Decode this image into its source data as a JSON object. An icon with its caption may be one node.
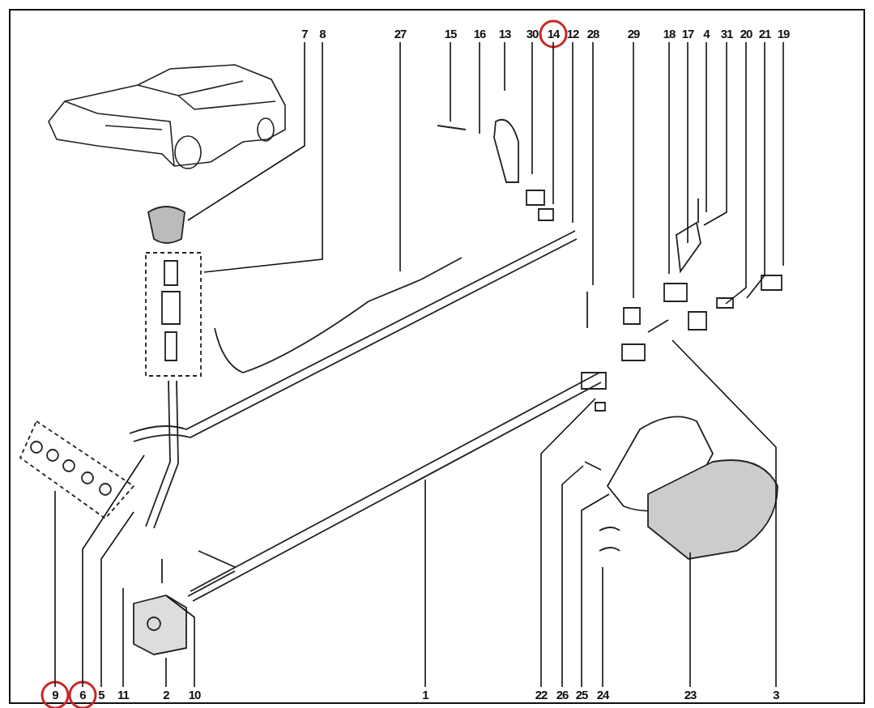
{
  "diagram": {
    "nodes": [
      {
        "text": [
          "7"
        ]
      },
      {
        "text": [
          "8"
        ]
      },
      {
        "text": [
          "27"
        ]
      },
      {
        "text": [
          "15"
        ]
      },
      {
        "text": [
          "16"
        ]
      },
      {
        "text": [
          "13"
        ]
      },
      {
        "text": [
          "30"
        ]
      },
      {
        "text": [
          "14"
        ]
      },
      {
        "text": [
          "12"
        ]
      },
      {
        "text": [
          "28"
        ]
      },
      {
        "text": [
          "29"
        ]
      },
      {
        "text": [
          "18"
        ]
      },
      {
        "text": [
          "17"
        ]
      },
      {
        "text": [
          "4"
        ]
      },
      {
        "text": [
          "31"
        ]
      },
      {
        "text": [
          "20"
        ]
      },
      {
        "text": [
          "21"
        ]
      },
      {
        "text": [
          "19"
        ]
      },
      {
        "text": [
          "9"
        ]
      },
      {
        "text": [
          "6"
        ]
      },
      {
        "text": [
          "5"
        ]
      },
      {
        "text": [
          "11"
        ]
      },
      {
        "text": [
          "2"
        ]
      },
      {
        "text": [
          "10"
        ]
      },
      {
        "text": [
          "1"
        ]
      },
      {
        "text": [
          "22"
        ]
      },
      {
        "text": [
          "26"
        ]
      },
      {
        "text": [
          "25"
        ]
      },
      {
        "text": [
          "24"
        ]
      },
      {
        "text": [
          "23"
        ]
      },
      {
        "text": [
          "3"
        ]
      }
    ],
    "edges": [
      {
        "from": 0,
        "to": null,
        "arrow": "none"
      },
      {
        "from": 1,
        "to": null,
        "arrow": "none"
      },
      {
        "from": 2,
        "to": null,
        "arrow": "none"
      },
      {
        "from": 3,
        "to": null,
        "arrow": "none"
      },
      {
        "from": 4,
        "to": null,
        "arrow": "none"
      },
      {
        "from": 5,
        "to": null,
        "arrow": "none"
      },
      {
        "from": 6,
        "to": null,
        "arrow": "none"
      },
      {
        "from": 7,
        "to": null,
        "arrow": "none"
      },
      {
        "from": 8,
        "to": null,
        "arrow": "none"
      },
      {
        "from": 9,
        "to": null,
        "arrow": "none"
      },
      {
        "from": 10,
        "to": null,
        "arrow": "none"
      },
      {
        "from": 11,
        "to": null,
        "arrow": "none"
      },
      {
        "from": 12,
        "to": null,
        "arrow": "none"
      },
      {
        "from": 13,
        "to": null,
        "arrow": "none"
      },
      {
        "from": 14,
        "to": null,
        "arrow": "none"
      },
      {
        "from": 15,
        "to": null,
        "arrow": "none"
      },
      {
        "from": 16,
        "to": null,
        "arrow": "none"
      },
      {
        "from": 17,
        "to": null,
        "arrow": "none"
      },
      {
        "from": 18,
        "to": null,
        "arrow": "none"
      },
      {
        "from": 19,
        "to": null,
        "arrow": "none"
      },
      {
        "from": 20,
        "to": null,
        "arrow": "none"
      },
      {
        "from": 21,
        "to": null,
        "arrow": "none"
      },
      {
        "from": 22,
        "to": null,
        "arrow": "none"
      },
      {
        "from": 23,
        "to": null,
        "arrow": "none"
      },
      {
        "from": 24,
        "to": null,
        "arrow": "none"
      },
      {
        "from": 25,
        "to": null,
        "arrow": "none"
      },
      {
        "from": 26,
        "to": null,
        "arrow": "none"
      },
      {
        "from": 27,
        "to": null,
        "arrow": "none"
      },
      {
        "from": 28,
        "to": null,
        "arrow": "none"
      },
      {
        "from": 29,
        "to": null,
        "arrow": "none"
      },
      {
        "from": 30,
        "to": null,
        "arrow": "none"
      }
    ]
  }
}
